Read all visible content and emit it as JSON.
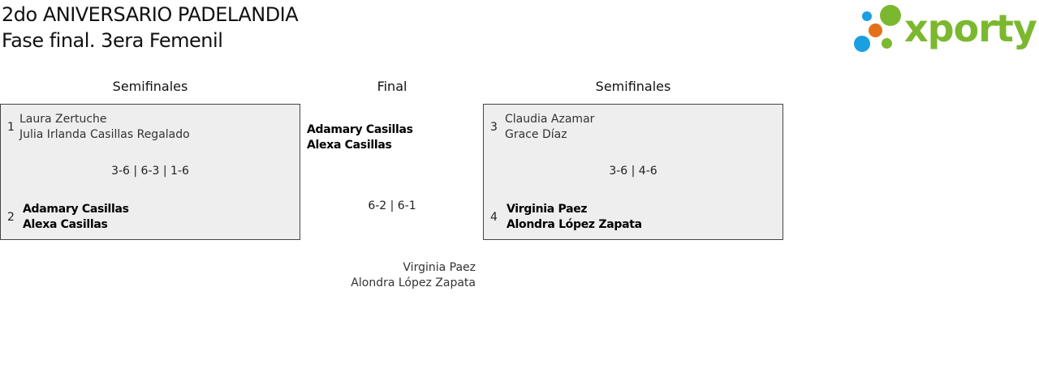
{
  "header": {
    "title_line1": "2do ANIVERSARIO PADELANDIA",
    "title_line2": "Fase final. 3era Femenil",
    "logo_text": "xporty",
    "logo_colors": {
      "green": "#7cb82f",
      "blue": "#1aa0e0",
      "orange": "#e5701a"
    }
  },
  "columns": {
    "left": "Semifinales",
    "center": "Final",
    "right": "Semifinales"
  },
  "semifinal_1": {
    "team_a": {
      "seed": "1",
      "player1": "Laura Zertuche",
      "player2": "Julia Irlanda Casillas Regalado",
      "winner": false
    },
    "score": "3-6 | 6-3 | 1-6",
    "team_b": {
      "seed": "2",
      "player1": "Adamary Casillas",
      "player2": "Alexa Casillas",
      "winner": true
    }
  },
  "semifinal_2": {
    "team_a": {
      "seed": "3",
      "player1": "Claudia Azamar",
      "player2": "Grace Díaz",
      "winner": false
    },
    "score": "3-6 | 4-6",
    "team_b": {
      "seed": "4",
      "player1": "Virginia Paez",
      "player2": "Alondra López Zapata",
      "winner": true
    }
  },
  "final": {
    "team_a": {
      "player1": "Adamary Casillas",
      "player2": "Alexa Casillas",
      "winner": true
    },
    "score": "6-2 | 6-1",
    "team_b": {
      "player1": "Virginia Paez",
      "player2": "Alondra López Zapata",
      "winner": false
    }
  }
}
